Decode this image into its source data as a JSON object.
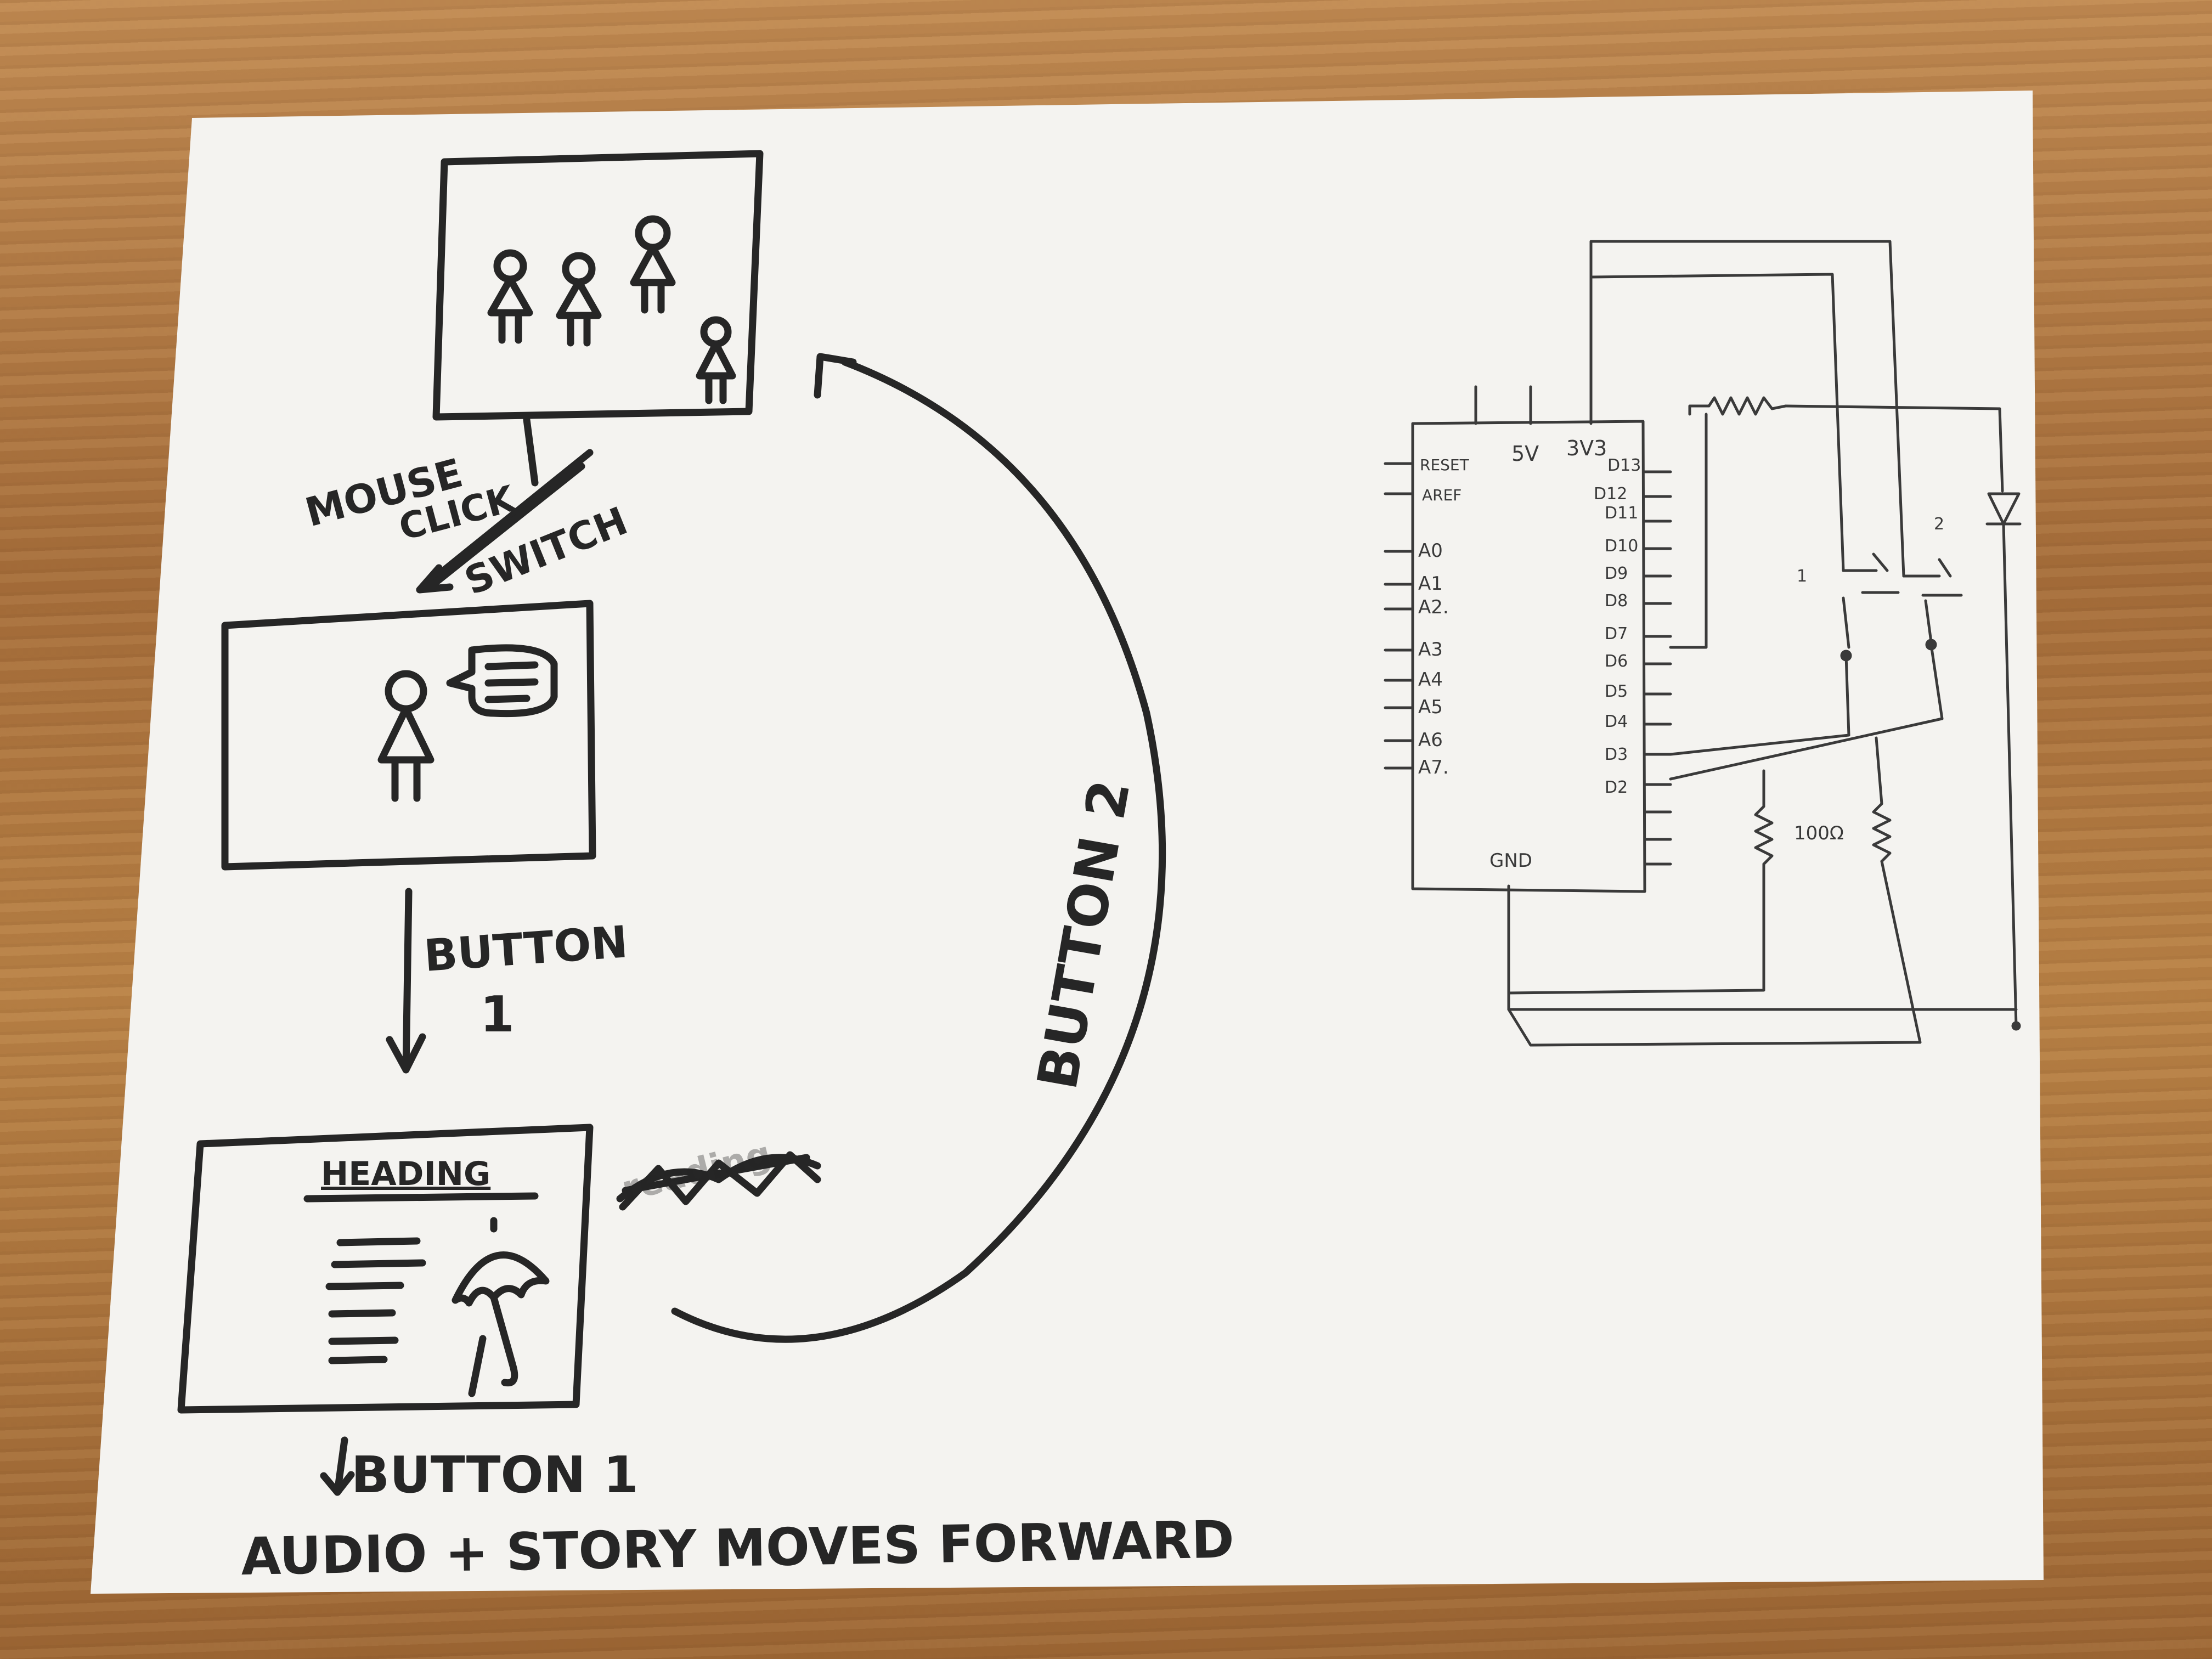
{
  "colors": {
    "paper": "#f4f3f0",
    "marker": "#262626",
    "pencil": "#3a3a3a",
    "wood": "#b07a45"
  },
  "flow": {
    "transition_1": {
      "line1": "MOUSE",
      "line2": "CLICK",
      "line3": "SWITCH"
    },
    "transition_2": {
      "line1": "BUTTON",
      "line2": "1"
    },
    "transition_3": "BUTTON 2",
    "screen_3_title": "HEADING",
    "screen_3_scribble": "reading",
    "bottom_line1": "BUTTON 1",
    "bottom_line2": "AUDIO + STORY MOVES FORWARD"
  },
  "circuit": {
    "board_top_pins": [
      "5V",
      "3V3"
    ],
    "board_left_pins": [
      "RESET",
      "AREF",
      "A0",
      "A1",
      "A2.",
      "A3",
      "A4",
      "A5",
      "A6",
      "A7."
    ],
    "board_right_pins": [
      "D13",
      "D12",
      "D11",
      "D10",
      "D9",
      "D8",
      "D7",
      "D6",
      "D5",
      "D4",
      "D3",
      "D2"
    ],
    "board_bottom_pin": "GND",
    "switch_1_label": "1",
    "switch_2_label": "2",
    "resistor_label": "100Ω"
  }
}
